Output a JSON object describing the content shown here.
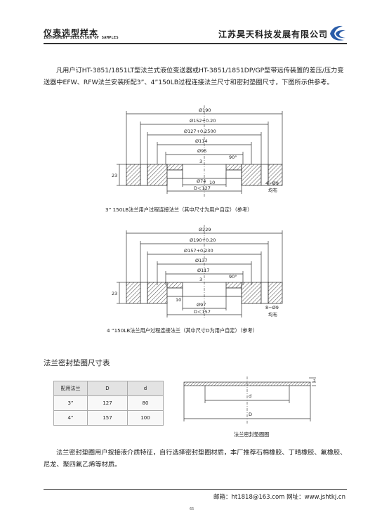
{
  "header": {
    "title": "仪表选型样本",
    "subtitle": "INSTRUMENT SELECTION OF SAMPLES",
    "company": "江苏昊天科技发展有限公司"
  },
  "intro": "凡用户订HT-3851/1851LT型法兰式液位变送器或HT-3851/1851DP/GP型带远传装置的差压/压力变送器中EFW、RFW法兰安装所配3”、4”150LB过程连接法兰尺寸和密封垫圈尺寸，下图所示供参考。",
  "fig1": {
    "dims": {
      "d1": "Ø190",
      "d2": "Ø152+0.20",
      "d3": "Ø127+0.2500",
      "d4": "Ø114",
      "d5": "Ø95",
      "angle": "90°",
      "t3": "3",
      "t10": "10",
      "t23": "23",
      "d74": "Ø74",
      "dlt": "D＜127",
      "holes": "4−Ø9",
      "holes_note": "均布"
    },
    "caption": "3” 150LB法兰用户过程连接法兰（其中尺寸为用户自定）（参考）"
  },
  "fig2": {
    "dims": {
      "d1": "Ø229",
      "d2": "Ø190+0.20",
      "d3": "Ø157+0.230",
      "d4": "Ø137",
      "d5": "Ø117",
      "angle": "90°",
      "t3": "3",
      "t10": "10",
      "t23": "23",
      "d97": "Ø97",
      "dlt": "D＜157",
      "holes": "8−Ø9",
      "holes_note": "均布"
    },
    "caption": "4 “150LB法兰用户过程连接法兰（其中尺寸D为用户自定）（参考）"
  },
  "gasket": {
    "section_title": "法兰密封垫圈尺寸表",
    "table": {
      "headers": [
        "配用法兰",
        "D",
        "d"
      ],
      "rows": [
        [
          "3”",
          "127",
          "80"
        ],
        [
          "4”",
          "157",
          "100"
        ]
      ]
    },
    "diagram": {
      "label_d": "d",
      "label_D": "D",
      "label_t": "2",
      "caption": "法兰密封垫圈图"
    }
  },
  "material_note": "法兰密封垫圈用户按接液介质特征，自行选择密封垫圈材质，本厂推荐石棉橡胶、丁晴橡胶、氟橡胶、尼龙、聚四氟乙烯等材质。",
  "footer": {
    "contact": "邮箱：ht1818@163.com   网址：www.jshtkj.cn",
    "page": "65"
  },
  "colors": {
    "line": "#333333",
    "hatch": "#333333"
  }
}
